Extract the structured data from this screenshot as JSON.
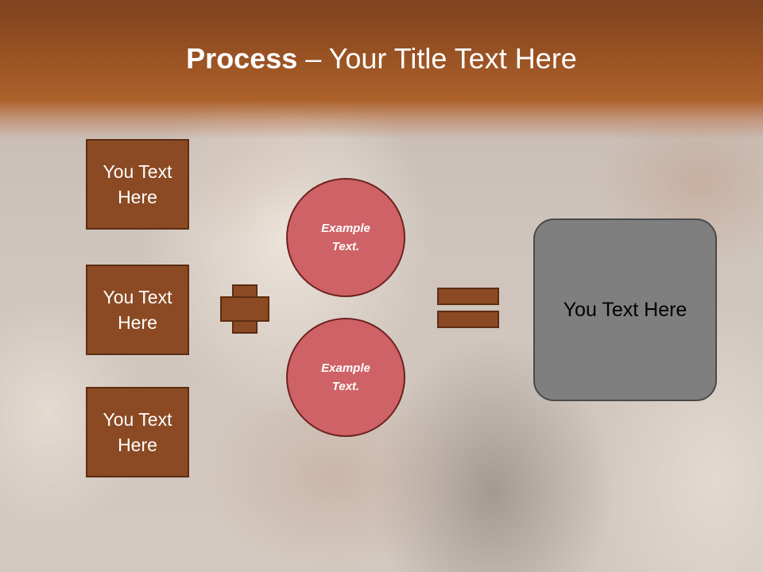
{
  "title": {
    "bold": "Process",
    "rest": " – Your Title Text Here"
  },
  "left_boxes": [
    {
      "label": "You Text Here"
    },
    {
      "label": "You Text Here"
    },
    {
      "label": "You Text Here"
    }
  ],
  "circles": [
    {
      "label": "Example Text."
    },
    {
      "label": "Example Text."
    }
  ],
  "result": {
    "label": "You Text Here"
  },
  "colors": {
    "title_bar": "#9c5424",
    "box_fill": "#8b4a23",
    "circle_fill": "#cf6266",
    "result_fill": "#7f7f7f"
  }
}
